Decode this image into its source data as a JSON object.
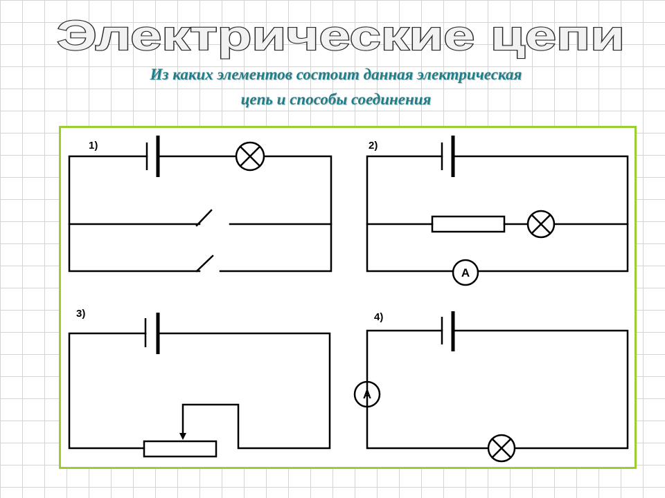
{
  "title": "Электрические цепи",
  "subtitle": {
    "line1": "Из каких элементов состоит данная электрическая",
    "line2": "цепь и способы соединения"
  },
  "colors": {
    "title_fill": "#f2f2f2",
    "title_stroke": "#2a2a2a",
    "subtitle": "#1e7f8a",
    "panel_border": "#9acd32",
    "grid_line": "#d4d4d4",
    "wire": "#000000"
  },
  "circuits": [
    {
      "label": "1)"
    },
    {
      "label": "2)",
      "ammeter_label": "A"
    },
    {
      "label": "3)"
    },
    {
      "label": "4)",
      "ammeter_label": "A"
    }
  ]
}
